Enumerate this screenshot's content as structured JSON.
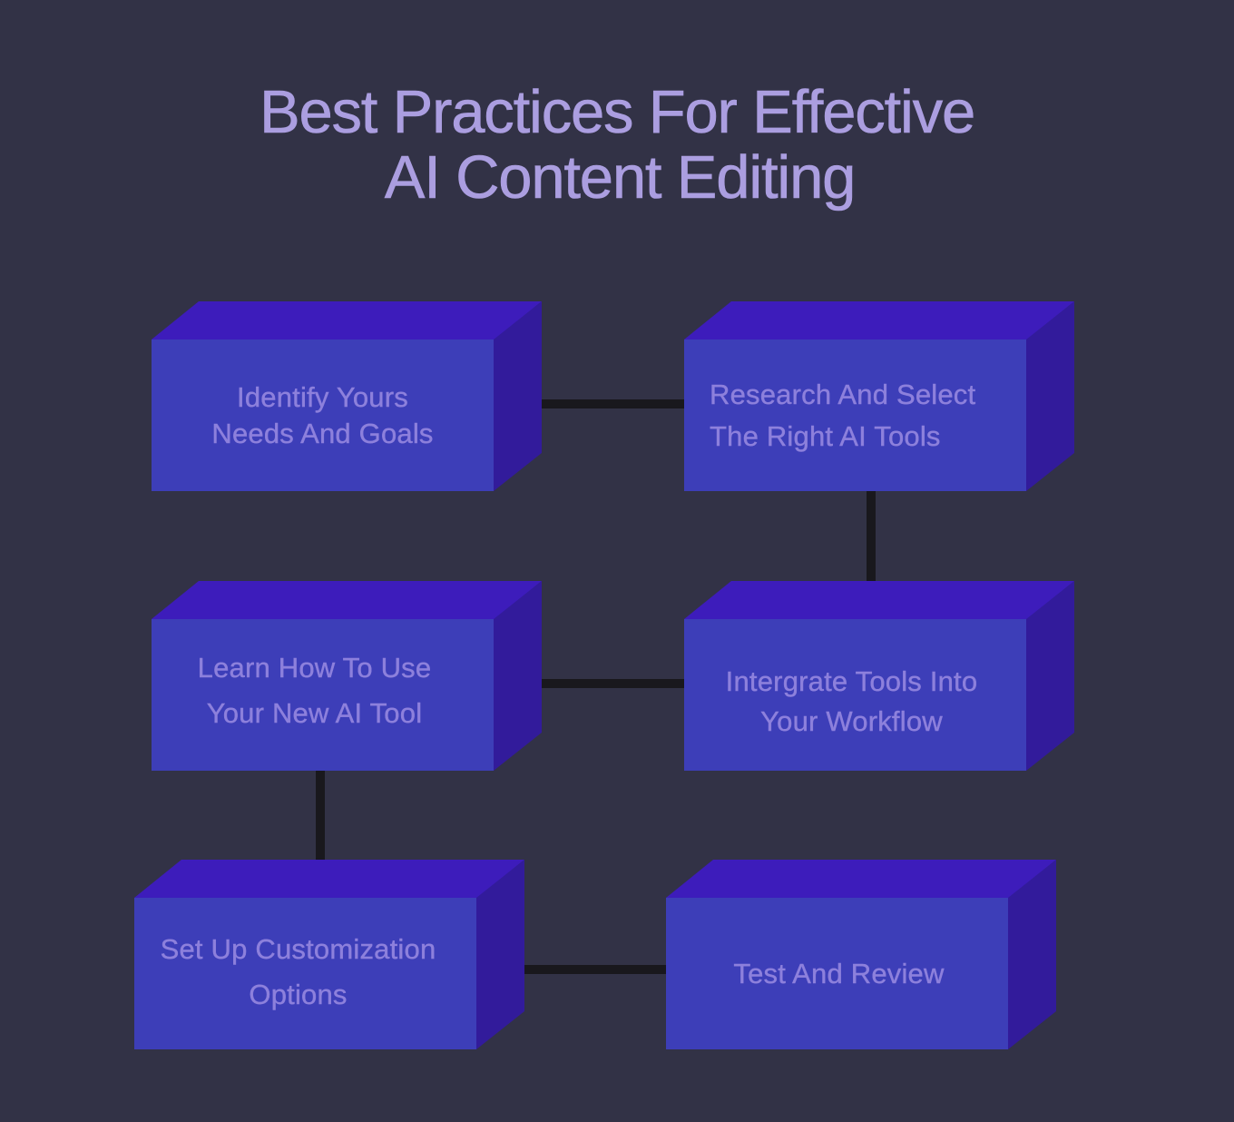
{
  "title": {
    "line1": "Best Practices For Effective",
    "line2": "AI Content Editing"
  },
  "steps": [
    {
      "line1": "Identify Yours",
      "line2": "Needs And Goals"
    },
    {
      "line1": "Research And Select",
      "line2": "The Right AI Tools"
    },
    {
      "line1": "Learn How To Use",
      "line2": "Your New AI Tool"
    },
    {
      "line1": "Intergrate Tools Into",
      "line2": "Your Workflow"
    },
    {
      "line1": "Set Up Customization",
      "line2": "Options"
    },
    {
      "line1": "Test And Review",
      "line2": ""
    }
  ],
  "colors": {
    "background": "#323246",
    "title": "#ab9ee0",
    "box_front": "#3d3eb8",
    "box_top": "#3d1cbb",
    "box_side": "#321b9b",
    "box_text": "#8d80dc",
    "connector": "#19181d"
  }
}
